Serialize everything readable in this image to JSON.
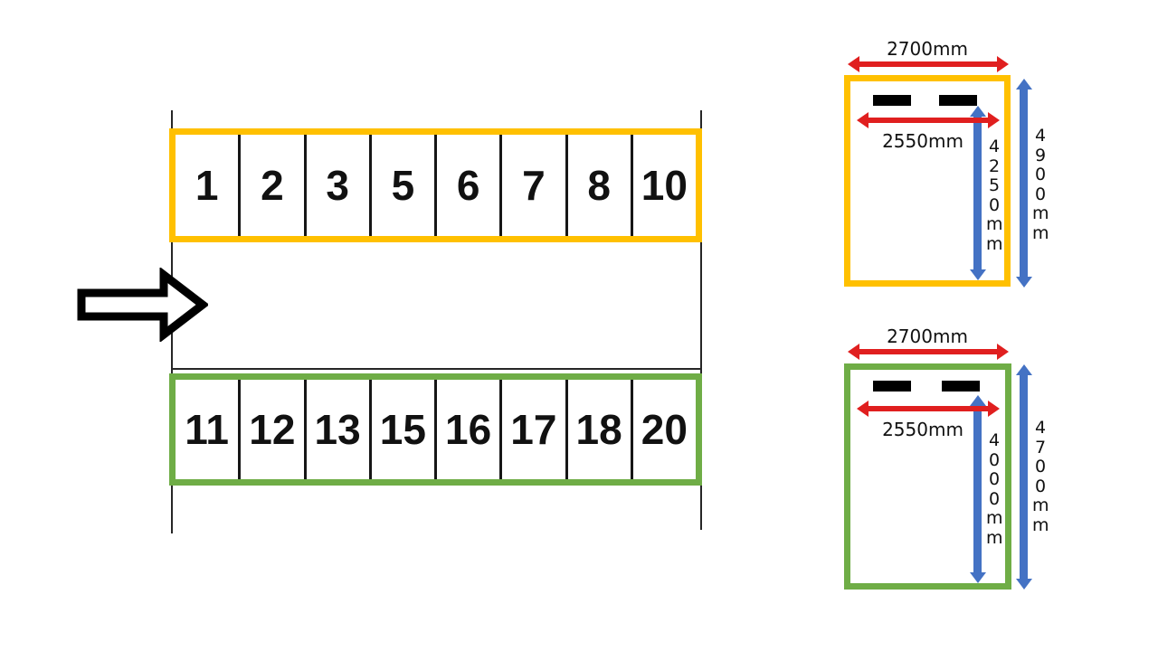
{
  "colors": {
    "front_row_border": "#FFC000",
    "back_row_border": "#6FAD46",
    "width_arrow_red": "#E01F1F",
    "depth_arrow_blue": "#4472C4",
    "line_black": "#262626"
  },
  "lot": {
    "direction_arrow": "right",
    "rows": [
      {
        "id": "front-row-yellow",
        "spaces": [
          "1",
          "2",
          "3",
          "5",
          "6",
          "7",
          "8",
          "10"
        ]
      },
      {
        "id": "back-row-green",
        "spaces": [
          "11",
          "12",
          "13",
          "15",
          "16",
          "17",
          "18",
          "20"
        ]
      }
    ]
  },
  "details": [
    {
      "id": "yellow-stall",
      "outer_width": "2700mm",
      "inner_width": "2550mm",
      "inner_depth": "4250mm",
      "outer_depth": "4900mm"
    },
    {
      "id": "green-stall",
      "outer_width": "2700mm",
      "inner_width": "2550mm",
      "inner_depth": "4000mm",
      "outer_depth": "4700mm"
    }
  ]
}
